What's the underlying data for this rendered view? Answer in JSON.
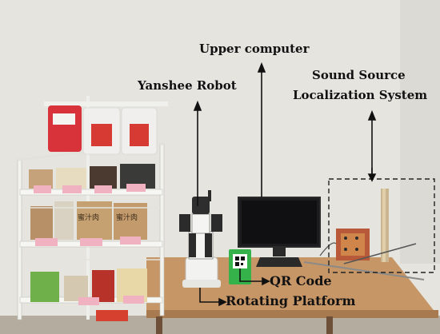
{
  "labels": {
    "upper_computer": "Upper computer",
    "yanshee_robot": "Yanshee Robot",
    "sound_source_line1": "Sound Source",
    "sound_source_line2": "Localization System",
    "qr_code": "QR Code",
    "rotating_platform": "Rotating Platform"
  },
  "shelf_signs": {
    "sign_1": "蜜汁肉",
    "sign_2": "蜜汁肉"
  },
  "colors": {
    "wall": "#e6e4df",
    "table": "#c79666",
    "shelf": "#f2f2ee",
    "monitor": "#1c1c1e",
    "qr_card": "#35b24a",
    "price_tag": "#f0b1c0",
    "annotation": "#111111"
  }
}
